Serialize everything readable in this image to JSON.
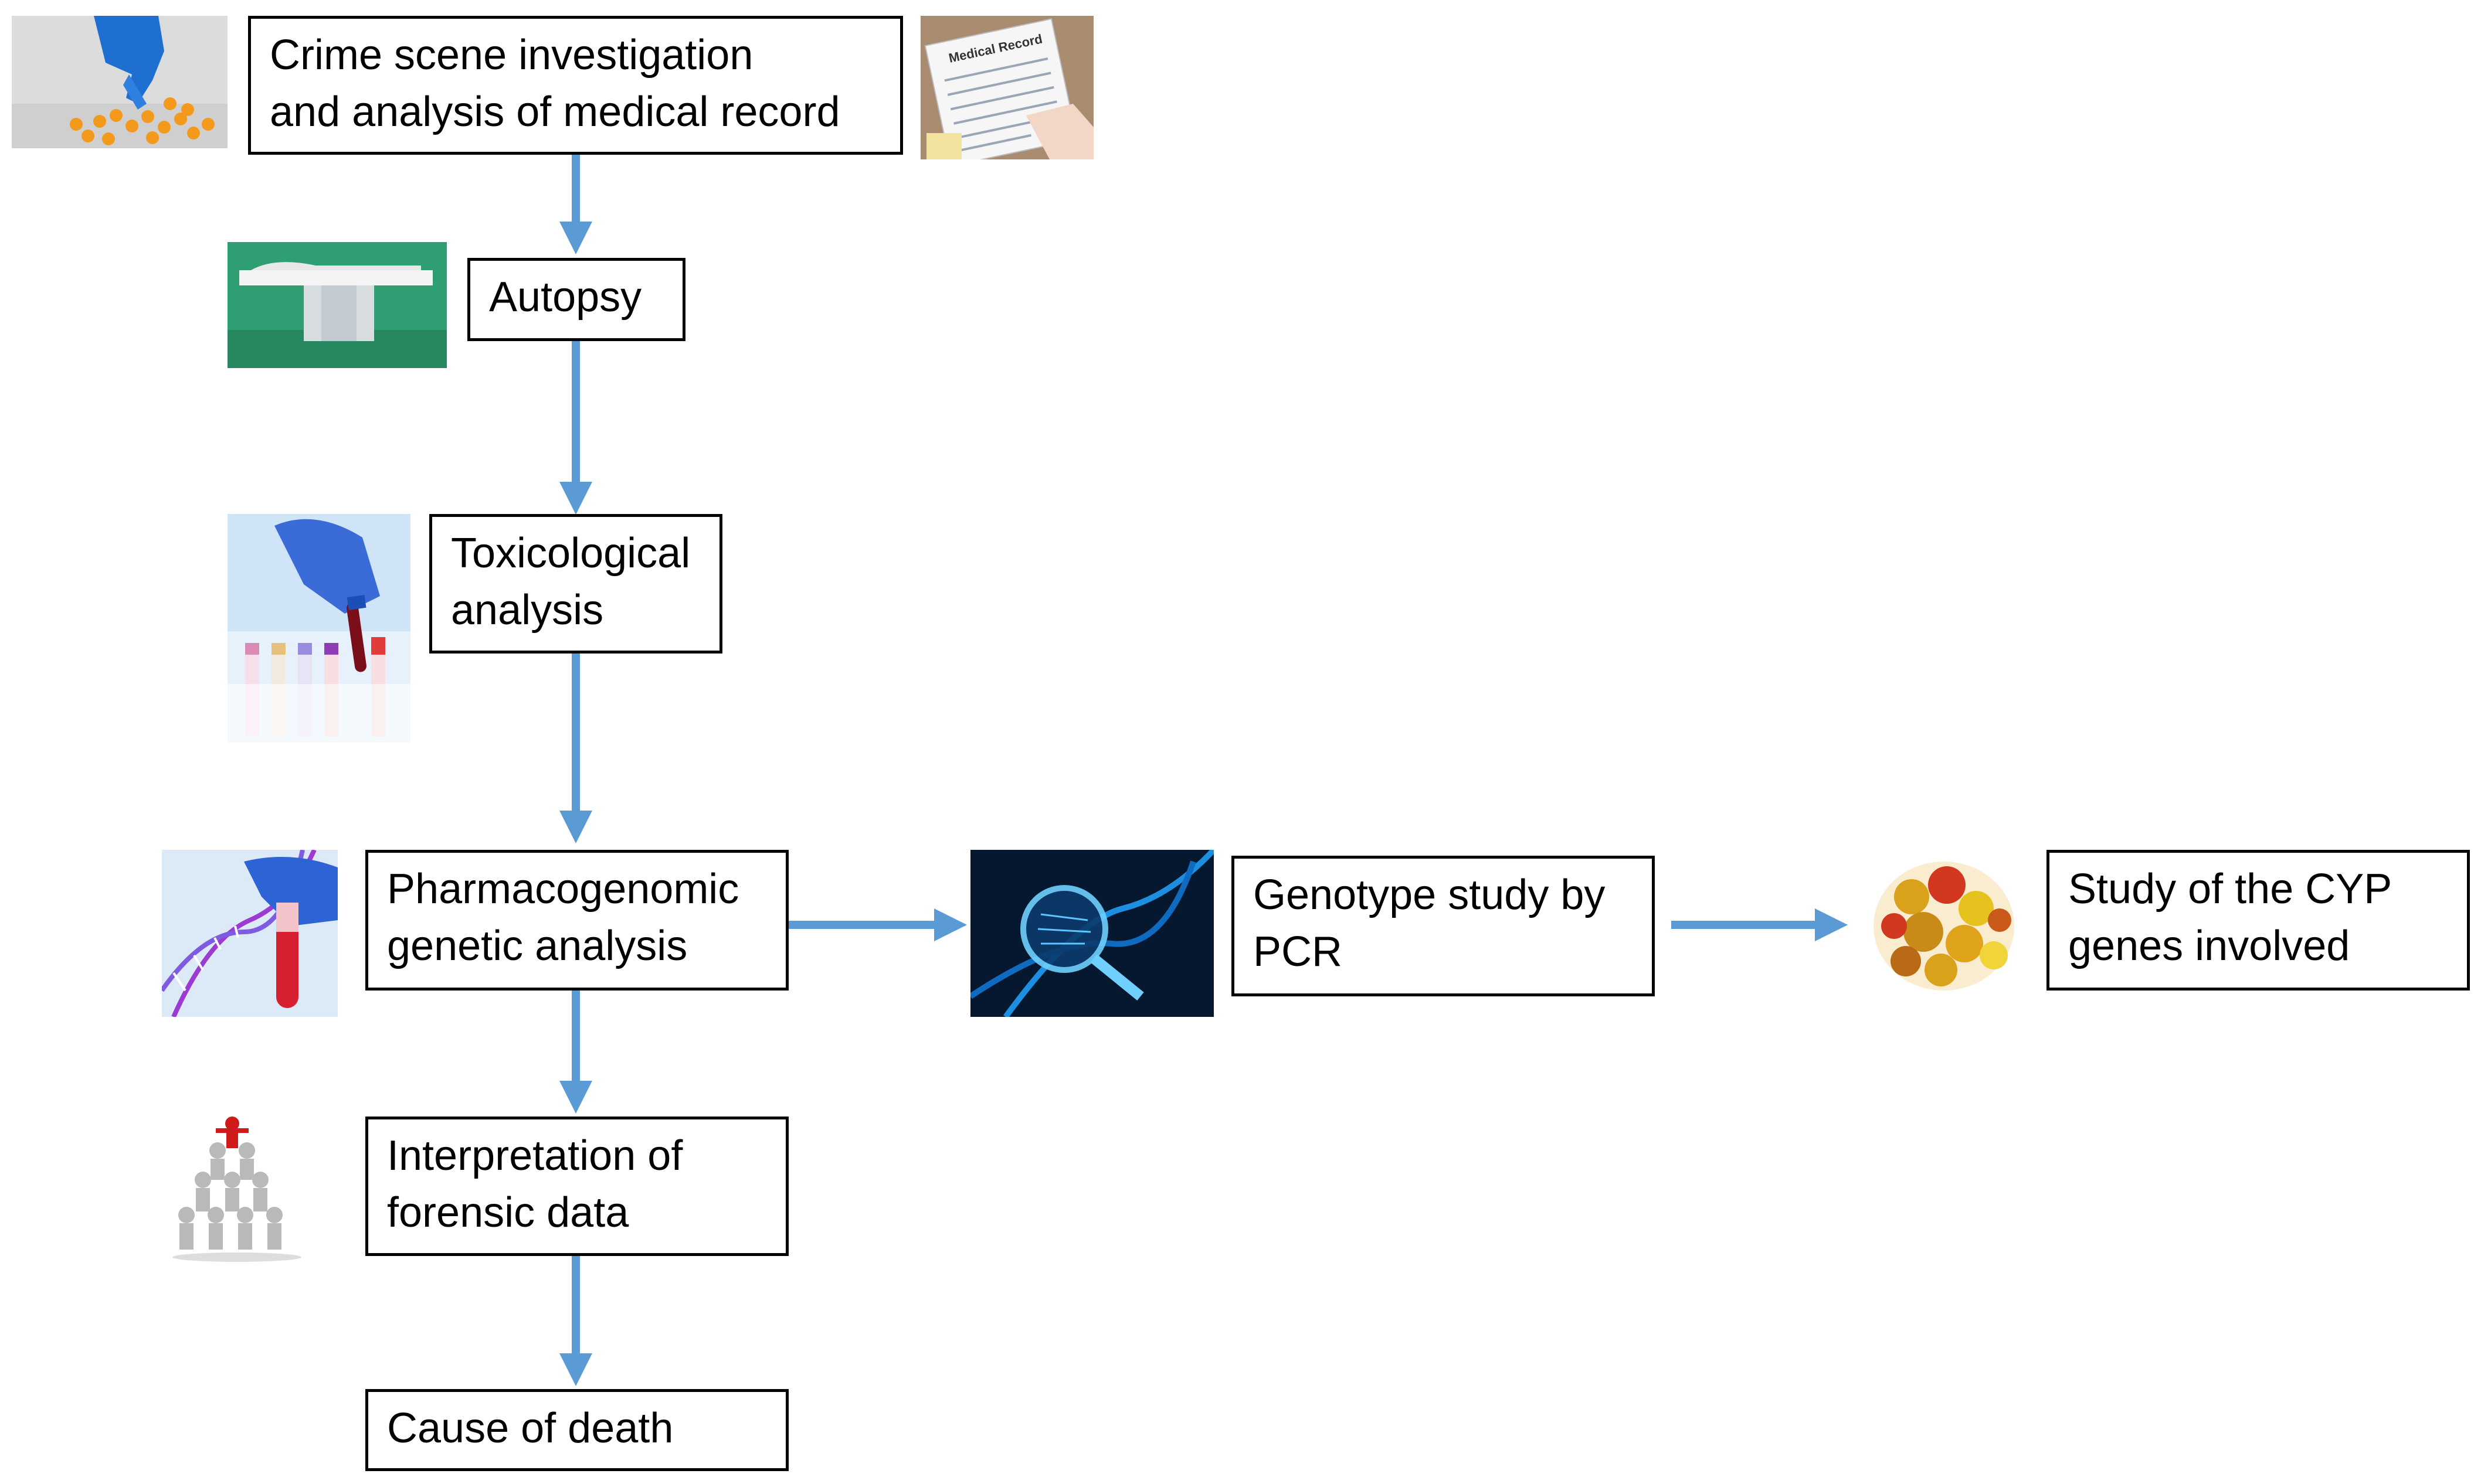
{
  "steps": {
    "crime_scene": "Crime scene investigation\nand analysis of medical record",
    "autopsy": "Autopsy",
    "toxicological": "Toxicological\nanalysis",
    "pharmacogenomic": "Pharmacogenomic\ngenetic analysis",
    "genotype": "Genotype study by\nPCR",
    "cyp_genes": "Study of the CYP\ngenes involved",
    "interpretation": "Interpretation of\nforensic data",
    "cause_of_death": "Cause of death"
  },
  "images": {
    "medical_record_form_title": "Medical Record"
  },
  "colors": {
    "arrow": "#5b9bd5",
    "box_border": "#000000"
  }
}
